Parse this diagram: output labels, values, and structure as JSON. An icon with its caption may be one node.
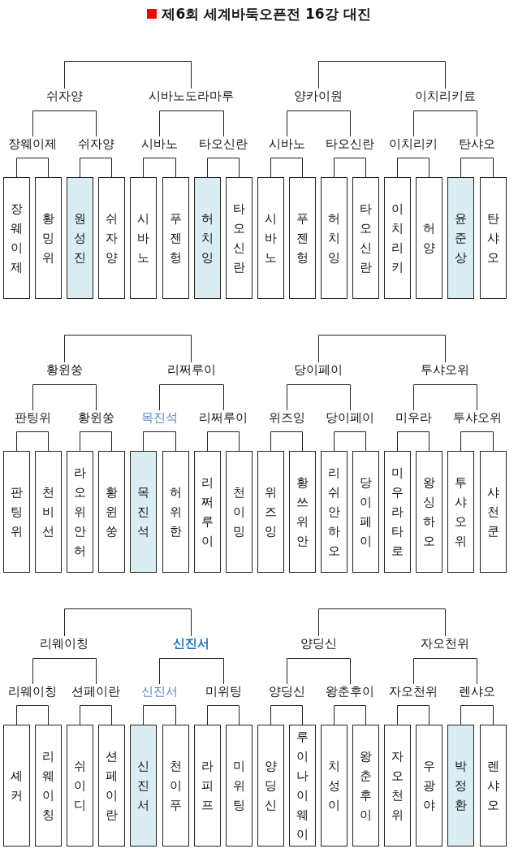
{
  "diagram": {
    "title": "제6회 세계바둑오픈전 16강 대진",
    "nodes": [
      {
        "text": [
          "쉬자양"
        ]
      },
      {
        "text": [
          "시바노도라마루"
        ]
      },
      {
        "text": [
          "양카이원"
        ]
      },
      {
        "text": [
          "이치리키료"
        ]
      },
      {
        "text": [
          "장웨이제"
        ]
      },
      {
        "text": [
          "쉬자양"
        ]
      },
      {
        "text": [
          "시바노"
        ]
      },
      {
        "text": [
          "타오신란"
        ]
      },
      {
        "text": [
          "시바노"
        ]
      },
      {
        "text": [
          "타오신란"
        ]
      },
      {
        "text": [
          "이치리키"
        ]
      },
      {
        "text": [
          "탄샤오"
        ]
      },
      {
        "text": [
          "장웨이제"
        ]
      },
      {
        "text": [
          "황밍위"
        ]
      },
      {
        "text": [
          "원성진"
        ]
      },
      {
        "text": [
          "쉬자양"
        ]
      },
      {
        "text": [
          "시바노"
        ]
      },
      {
        "text": [
          "푸젠헝"
        ]
      },
      {
        "text": [
          "허치잉"
        ]
      },
      {
        "text": [
          "타오신란"
        ]
      },
      {
        "text": [
          "시바노"
        ]
      },
      {
        "text": [
          "푸젠헝"
        ]
      },
      {
        "text": [
          "허치잉"
        ]
      },
      {
        "text": [
          "타오신란"
        ]
      },
      {
        "text": [
          "이치리키"
        ]
      },
      {
        "text": [
          "허양"
        ]
      },
      {
        "text": [
          "윤준상"
        ]
      },
      {
        "text": [
          "탄샤오"
        ]
      },
      {
        "text": [
          "황윈쑹"
        ]
      },
      {
        "text": [
          "리쩌루이"
        ]
      },
      {
        "text": [
          "당이페이"
        ]
      },
      {
        "text": [
          "투샤오위"
        ]
      },
      {
        "text": [
          "판팅위"
        ]
      },
      {
        "text": [
          "황윈쑹"
        ]
      },
      {
        "text": [
          "목진석"
        ]
      },
      {
        "text": [
          "리쩌루이"
        ]
      },
      {
        "text": [
          "위즈잉"
        ]
      },
      {
        "text": [
          "당이페이"
        ]
      },
      {
        "text": [
          "미우라"
        ]
      },
      {
        "text": [
          "투샤오위"
        ]
      },
      {
        "text": [
          "판팅위"
        ]
      },
      {
        "text": [
          "천비선"
        ]
      },
      {
        "text": [
          "라오위안허"
        ]
      },
      {
        "text": [
          "황윈쑹"
        ]
      },
      {
        "text": [
          "목진석"
        ]
      },
      {
        "text": [
          "허위한"
        ]
      },
      {
        "text": [
          "리쩌루이"
        ]
      },
      {
        "text": [
          "천이밍"
        ]
      },
      {
        "text": [
          "위즈잉"
        ]
      },
      {
        "text": [
          "황쓰위안"
        ]
      },
      {
        "text": [
          "리쉬안하오"
        ]
      },
      {
        "text": [
          "당이페이"
        ]
      },
      {
        "text": [
          "미우라타로"
        ]
      },
      {
        "text": [
          "왕싱하오"
        ]
      },
      {
        "text": [
          "투샤오위"
        ]
      },
      {
        "text": [
          "샤천쿤"
        ]
      },
      {
        "text": [
          "리웨이칭"
        ]
      },
      {
        "text": [
          "신진서"
        ]
      },
      {
        "text": [
          "양딩신"
        ]
      },
      {
        "text": [
          "자오천위"
        ]
      },
      {
        "text": [
          "리웨이칭"
        ]
      },
      {
        "text": [
          "션페이란"
        ]
      },
      {
        "text": [
          "신진서"
        ]
      },
      {
        "text": [
          "미위팅"
        ]
      },
      {
        "text": [
          "양딩신"
        ]
      },
      {
        "text": [
          "왕춘후이"
        ]
      },
      {
        "text": [
          "자오천위"
        ]
      },
      {
        "text": [
          "렌샤오"
        ]
      },
      {
        "text": [
          "셰커"
        ]
      },
      {
        "text": [
          "리웨이칭"
        ]
      },
      {
        "text": [
          "쉬이디"
        ]
      },
      {
        "text": [
          "션페이란"
        ]
      },
      {
        "text": [
          "신진서"
        ]
      },
      {
        "text": [
          "천이푸"
        ]
      },
      {
        "text": [
          "라피프"
        ]
      },
      {
        "text": [
          "미위팅"
        ]
      },
      {
        "text": [
          "양딩신"
        ]
      },
      {
        "text": [
          "루이나이웨이"
        ]
      },
      {
        "text": [
          "치성이"
        ]
      },
      {
        "text": [
          "왕춘후이"
        ]
      },
      {
        "text": [
          "자오천위"
        ]
      },
      {
        "text": [
          "우광야"
        ]
      },
      {
        "text": [
          "박정환"
        ]
      },
      {
        "text": [
          "렌샤오"
        ]
      }
    ],
    "edges": [
      {
        "from": 0,
        "to": 1,
        "arrow": "none"
      },
      {
        "from": 2,
        "to": 3,
        "arrow": "none"
      },
      {
        "from": 4,
        "to": 5,
        "arrow": "none"
      },
      {
        "from": 6,
        "to": 7,
        "arrow": "none"
      },
      {
        "from": 8,
        "to": 9,
        "arrow": "none"
      },
      {
        "from": 10,
        "to": 11,
        "arrow": "none"
      },
      {
        "from": 12,
        "to": 13,
        "arrow": "none"
      },
      {
        "from": 14,
        "to": 15,
        "arrow": "none"
      },
      {
        "from": 16,
        "to": 17,
        "arrow": "none"
      },
      {
        "from": 18,
        "to": 19,
        "arrow": "none"
      },
      {
        "from": 20,
        "to": 21,
        "arrow": "none"
      },
      {
        "from": 22,
        "to": 23,
        "arrow": "none"
      },
      {
        "from": 24,
        "to": 25,
        "arrow": "none"
      },
      {
        "from": 26,
        "to": 27,
        "arrow": "none"
      },
      {
        "from": 28,
        "to": 29,
        "arrow": "none"
      },
      {
        "from": 30,
        "to": 31,
        "arrow": "none"
      },
      {
        "from": 32,
        "to": 33,
        "arrow": "none"
      },
      {
        "from": 34,
        "to": 35,
        "arrow": "none"
      },
      {
        "from": 36,
        "to": 37,
        "arrow": "none"
      },
      {
        "from": 38,
        "to": 39,
        "arrow": "none"
      },
      {
        "from": 40,
        "to": 41,
        "arrow": "none"
      },
      {
        "from": 42,
        "to": 43,
        "arrow": "none"
      },
      {
        "from": 44,
        "to": 45,
        "arrow": "none"
      },
      {
        "from": 46,
        "to": 47,
        "arrow": "none"
      },
      {
        "from": 48,
        "to": 49,
        "arrow": "none"
      },
      {
        "from": 50,
        "to": 51,
        "arrow": "none"
      },
      {
        "from": 52,
        "to": 53,
        "arrow": "none"
      },
      {
        "from": 54,
        "to": 55,
        "arrow": "none"
      },
      {
        "from": 56,
        "to": 57,
        "arrow": "none"
      },
      {
        "from": 58,
        "to": 59,
        "arrow": "none"
      },
      {
        "from": 60,
        "to": 61,
        "arrow": "none"
      },
      {
        "from": 62,
        "to": 63,
        "arrow": "none"
      },
      {
        "from": 64,
        "to": 65,
        "arrow": "none"
      },
      {
        "from": 66,
        "to": 67,
        "arrow": "none"
      },
      {
        "from": 68,
        "to": 69,
        "arrow": "none"
      },
      {
        "from": 70,
        "to": 71,
        "arrow": "none"
      },
      {
        "from": 72,
        "to": 73,
        "arrow": "none"
      },
      {
        "from": 74,
        "to": 75,
        "arrow": "none"
      },
      {
        "from": 76,
        "to": 77,
        "arrow": "none"
      },
      {
        "from": 78,
        "to": 79,
        "arrow": "none"
      },
      {
        "from": 80,
        "to": 81,
        "arrow": "none"
      },
      {
        "from": 82,
        "to": 83,
        "arrow": "none"
      }
    ]
  }
}
